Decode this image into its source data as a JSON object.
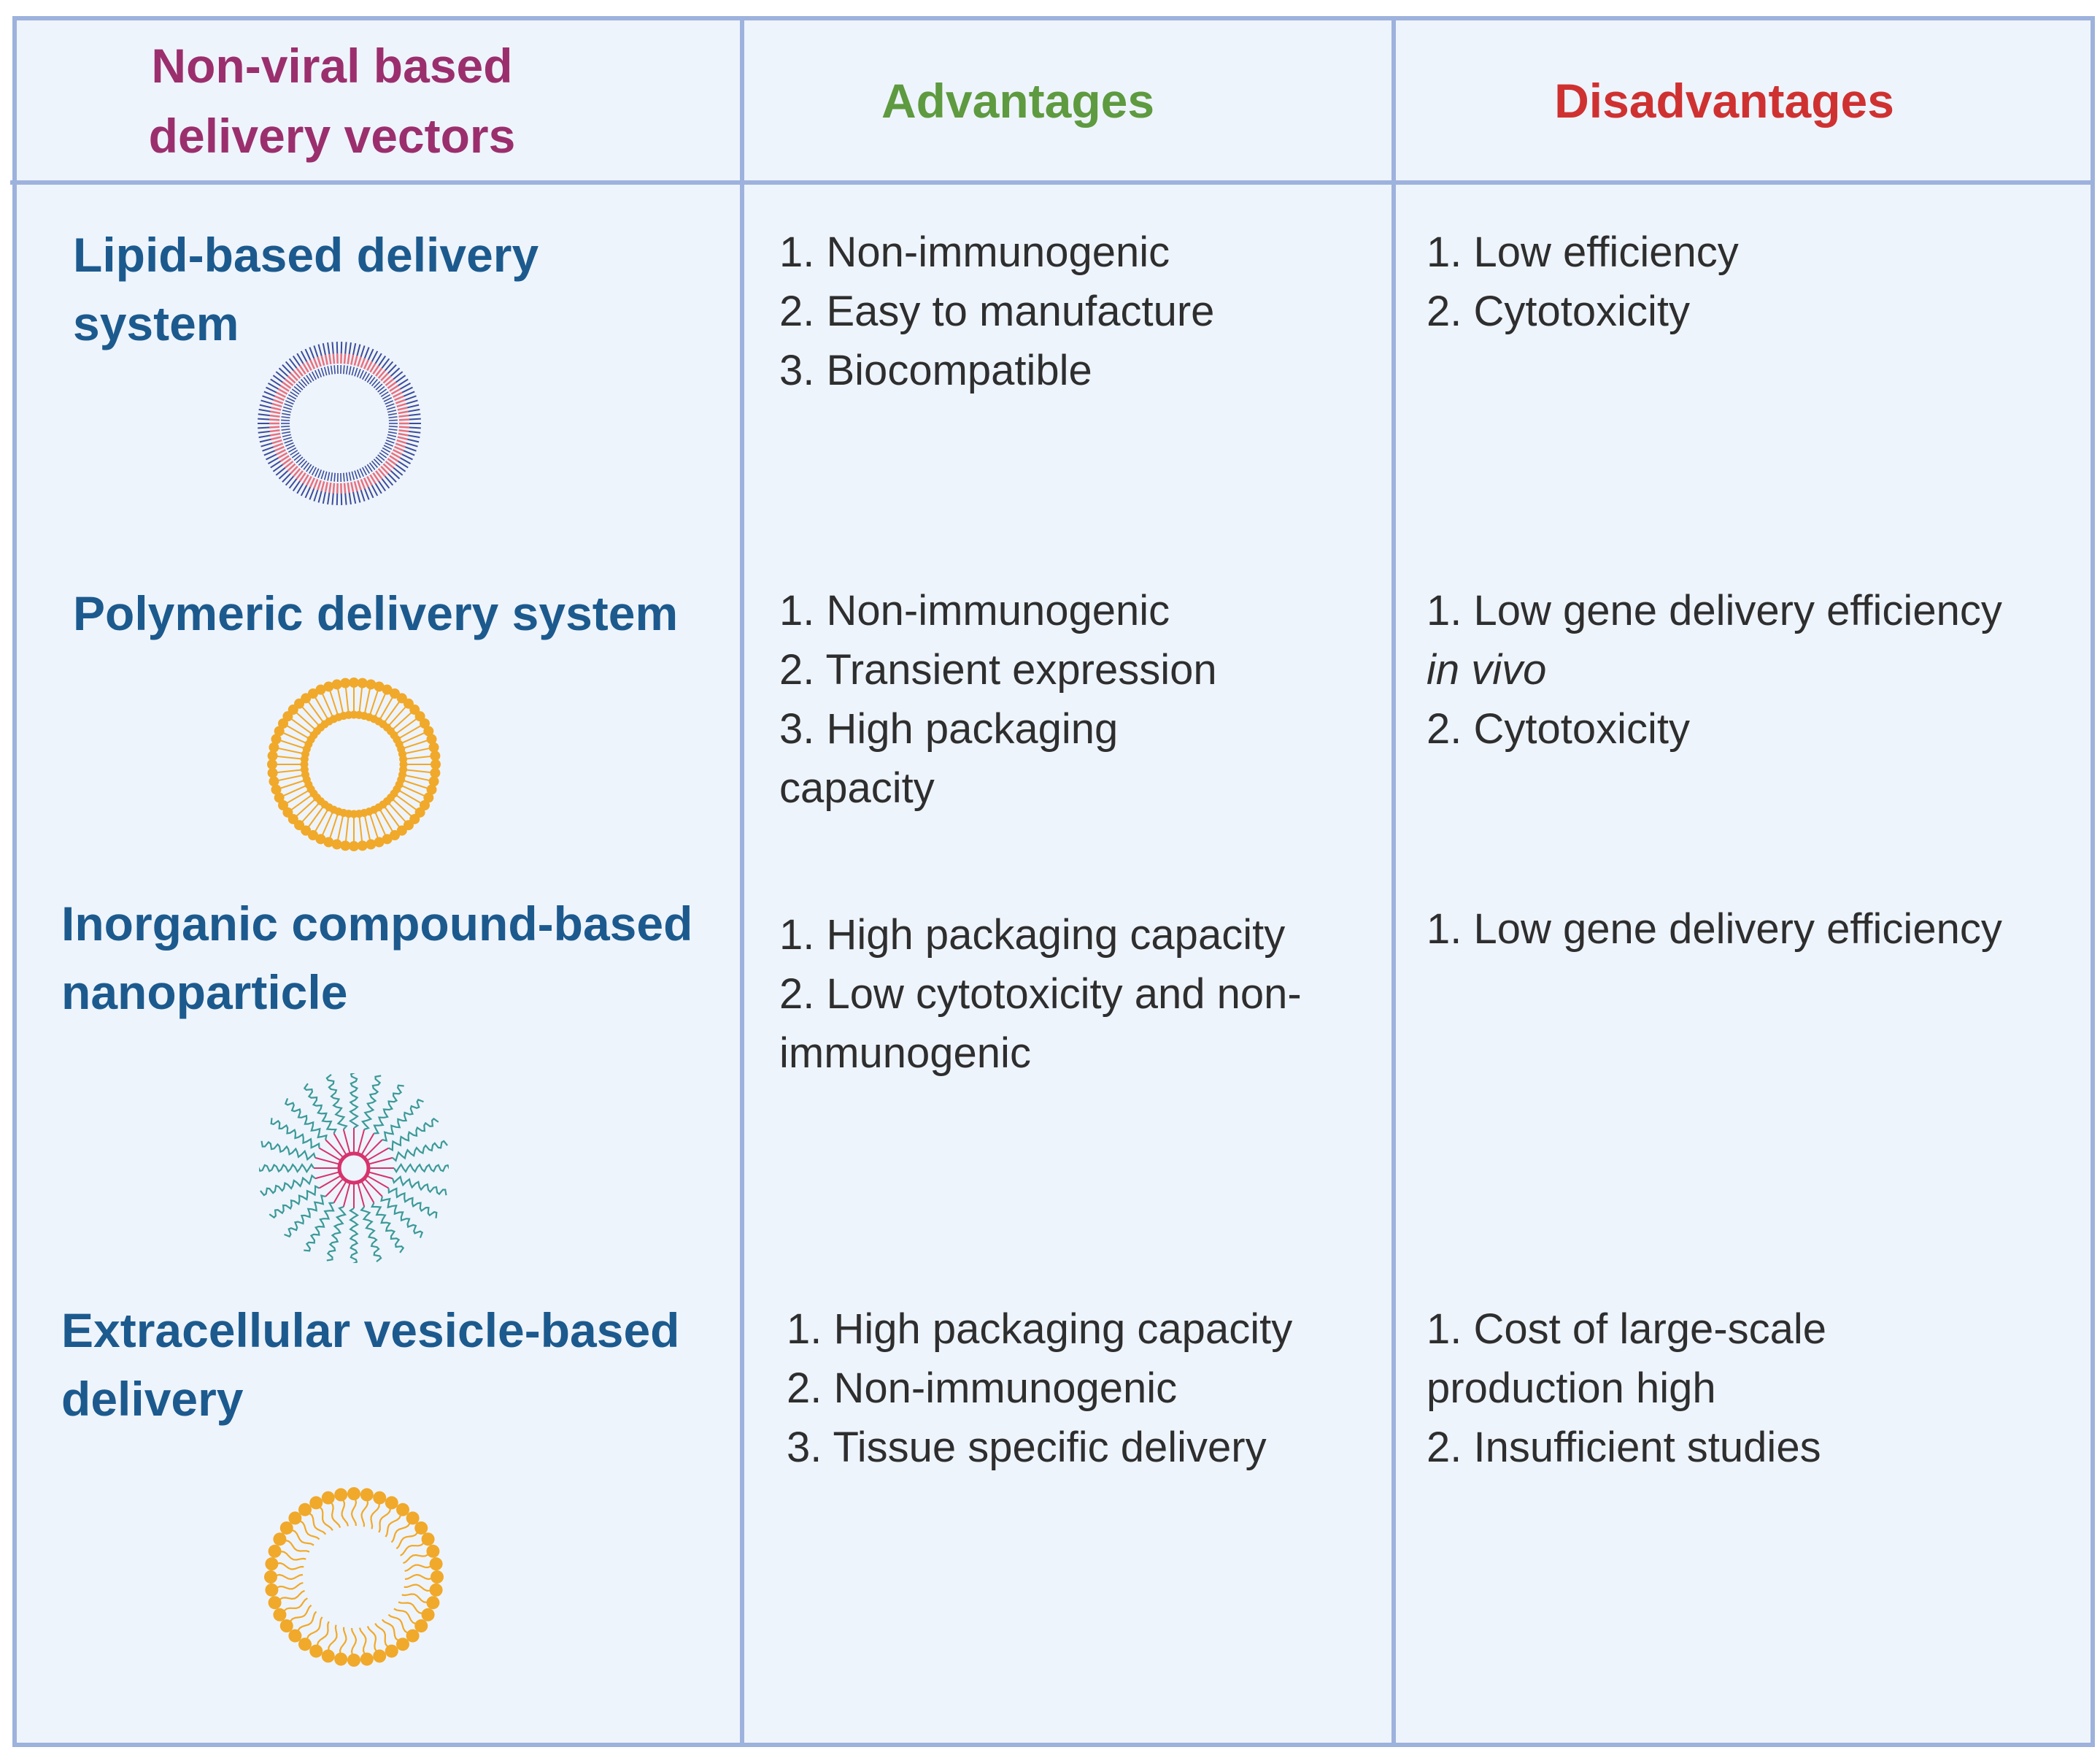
{
  "header": {
    "vectors_line1": "Non-viral based",
    "vectors_line2": "delivery vectors",
    "advantages": "Advantages",
    "disadvantages": "Disadvantages"
  },
  "rows": [
    {
      "title_line1": "Lipid-based delivery",
      "title_line2": "system",
      "icon": "lipid-nanoparticle-icon",
      "advantages": [
        "1. Non-immunogenic",
        "2. Easy to manufacture",
        "3. Biocompatible"
      ],
      "disadvantages": [
        "1. Low efficiency",
        "2. Cytotoxicity"
      ]
    },
    {
      "title_line1": "Polymeric delivery system",
      "icon": "polymeric-nanoparticle-icon",
      "advantages": [
        "1. Non-immunogenic",
        "2. Transient expression",
        "3. High packaging",
        "capacity"
      ],
      "disadvantages_line1": "1. Low gene delivery efficiency",
      "disadvantages_italic": "in vivo",
      "disadvantages_line3": "2. Cytotoxicity"
    },
    {
      "title_line1": "Inorganic compound-based",
      "title_line2": "nanoparticle",
      "icon": "inorganic-nanoparticle-icon",
      "advantages": [
        "1. High packaging capacity",
        "2. Low cytotoxicity and non-",
        "immunogenic"
      ],
      "disadvantages": [
        "1. Low gene delivery efficiency"
      ]
    },
    {
      "title_line1": "Extracellular vesicle-based",
      "title_line2": "delivery",
      "icon": "extracellular-vesicle-icon",
      "advantages": [
        "1. High packaging capacity",
        "2. Non-immunogenic",
        "3. Tissue specific delivery"
      ],
      "disadvantages": [
        "1. Cost of large-scale",
        "production high",
        "2. Insufficient studies"
      ]
    }
  ],
  "colors": {
    "background": "#eef4fc",
    "border": "#9db2dc",
    "vectors_header": "#9b2f6e",
    "advantages_header": "#5e9a3f",
    "disadvantages_header": "#cf3131",
    "row_title": "#1c5a8e",
    "lipid_outer": "#e8707e",
    "lipid_tails": "#3b4d9a",
    "polymer": "#f0a92a",
    "inorganic_tails": "#3b9a98",
    "inorganic_core": "#d6336c",
    "vesicle": "#f0a92a"
  }
}
